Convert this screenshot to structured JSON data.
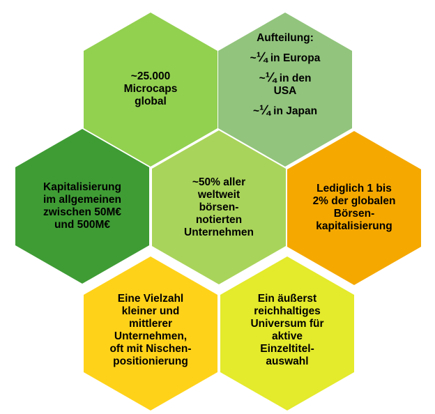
{
  "colors": {
    "top_left": "#92d050",
    "top_right": "#92c47d",
    "left": "#3f9c35",
    "center": "#a9d45b",
    "right": "#f5a800",
    "bottom_left": "#ffd21a",
    "bottom_right": "#e4ea2c"
  },
  "hexagons": {
    "top_left": {
      "lines": [
        "~25.000",
        "Microcaps",
        "global"
      ]
    },
    "top_right": {
      "heading": "Aufteilung:",
      "items": [
        {
          "prefix": "~",
          "fraction": "¼",
          "text": " in Europa"
        },
        {
          "prefix": "~",
          "fraction": "¼",
          "text": " in den",
          "line2": "USA"
        },
        {
          "prefix": "~",
          "fraction": "¼",
          "text": " in Japan"
        }
      ]
    },
    "left": {
      "lines": [
        "Kapitalisierung",
        "im allgemeinen",
        "zwischen 50M€",
        "und 500M€"
      ]
    },
    "center": {
      "lines": [
        "~50% aller",
        "weltweit",
        "börsen-",
        "notierten",
        "Unternehmen"
      ]
    },
    "right": {
      "lines": [
        "Lediglich 1 bis",
        "2% der globalen",
        "Börsen-",
        "kapitalisierung"
      ]
    },
    "bottom_left": {
      "lines": [
        "Eine Vielzahl",
        "kleiner und",
        "mittlerer",
        "Unternehmen,",
        "oft mit Nischen-",
        "positionierung"
      ]
    },
    "bottom_right": {
      "lines": [
        "Ein äußerst",
        "reichhaltiges",
        "Universum für",
        "aktive",
        "Einzeltitel-",
        "auswahl"
      ]
    }
  }
}
